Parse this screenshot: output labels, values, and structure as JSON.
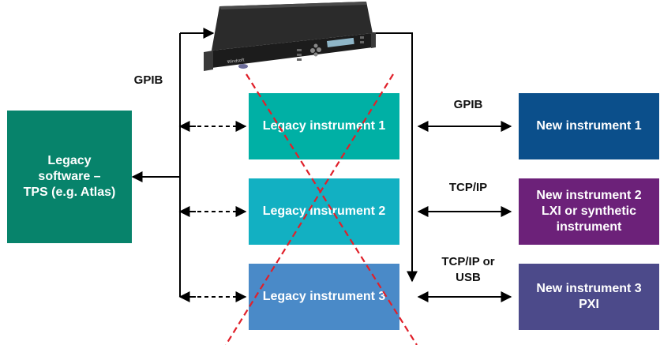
{
  "colors": {
    "legacy_software": "#07836b",
    "legacy_instr_1": "#00b0a5",
    "legacy_instr_2": "#12b0c2",
    "legacy_instr_3": "#4a8ac8",
    "new_instr_1": "#0b4f8b",
    "new_instr_2": "#6c2179",
    "new_instr_3": "#4c4a8a",
    "cross": "#e0202a"
  },
  "device": {
    "brand_text": "Windsoft"
  },
  "labels": {
    "gpib_left": "GPIB",
    "gpib_right": "GPIB",
    "tcpip": "TCP/IP",
    "tcpip_or": "TCP/IP or",
    "usb": "USB"
  },
  "legacy_software": {
    "line1": "Legacy",
    "line2": "software –",
    "line3": "TPS (e.g. Atlas)"
  },
  "legacy_instruments": [
    {
      "label": "Legacy instrument 1"
    },
    {
      "label": "Legacy instrument 2"
    },
    {
      "label": "Legacy instrument 3"
    }
  ],
  "new_instruments": [
    {
      "line1": "New instrument 1"
    },
    {
      "line1": "New instrument 2",
      "line2": "LXI or synthetic",
      "line3": "instrument"
    },
    {
      "line1": "New instrument 3",
      "line2": "PXI"
    }
  ]
}
